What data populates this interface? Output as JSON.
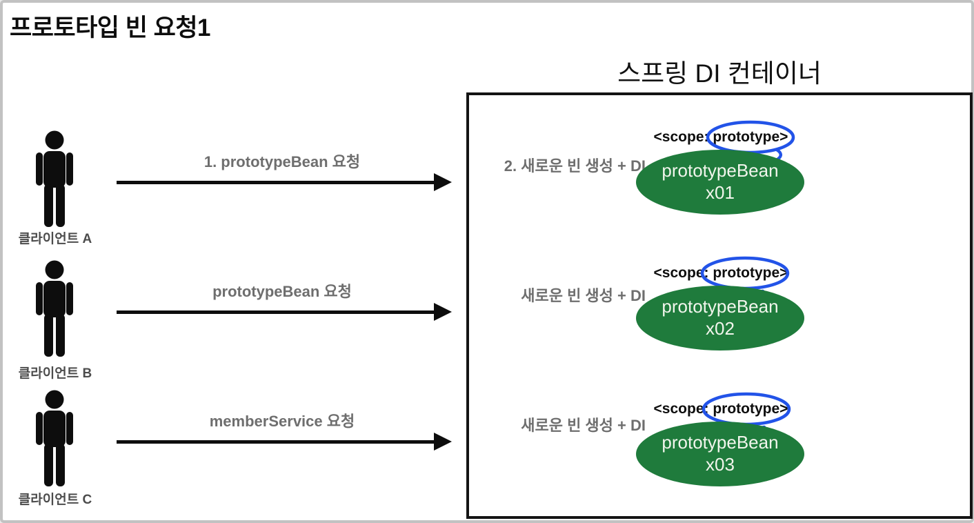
{
  "title": "프로토타입 빈 요청1",
  "container": {
    "title": "스프링 DI 컨테이너"
  },
  "colors": {
    "bean_green": "#1f7b3c",
    "annotation_blue": "#2253e8",
    "label_gray": "#6e6e6e",
    "line_black": "#0d0d0d",
    "frame_gray": "#c2c2c2"
  },
  "icons": {
    "client": "person-icon",
    "annotation": "blue-ellipse-annotation"
  },
  "rows": [
    {
      "client": "클라이언트 A",
      "request_label": "1. prototypeBean 요청",
      "action_label": "2. 새로운 빈 생성 + DI",
      "scope_label": "<scope: prototype>",
      "bean_name": "prototypeBean",
      "bean_instance": "x01"
    },
    {
      "client": "클라이언트 B",
      "request_label": "prototypeBean 요청",
      "action_label": "새로운 빈 생성 + DI",
      "scope_label": "<scope: prototype>",
      "bean_name": "prototypeBean",
      "bean_instance": "x02"
    },
    {
      "client": "클라이언트 C",
      "request_label": "memberService 요청",
      "action_label": "새로운 빈 생성 + DI",
      "scope_label": "<scope: prototype>",
      "bean_name": "prototypeBean",
      "bean_instance": "x03"
    }
  ]
}
